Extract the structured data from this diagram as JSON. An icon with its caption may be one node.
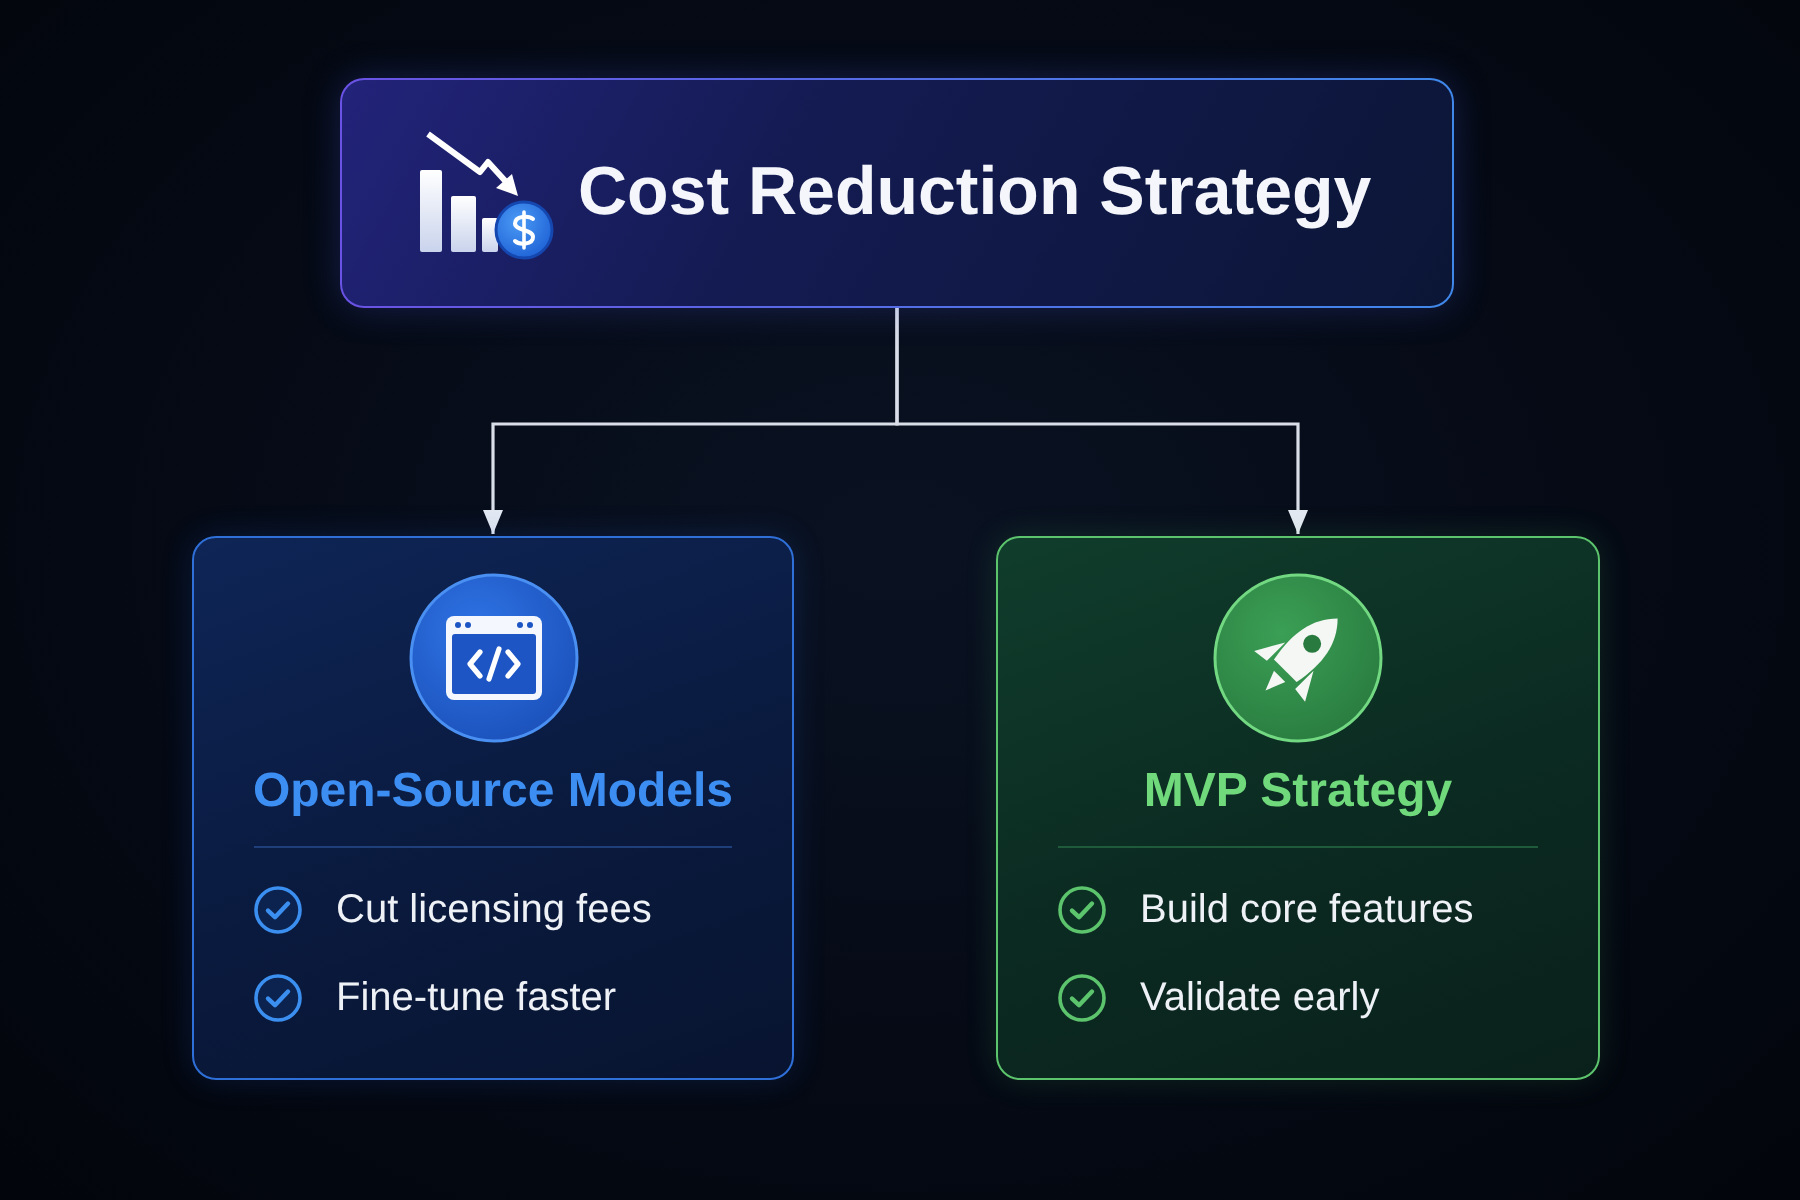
{
  "diagram": {
    "nodes": [
      {
        "text": [
          "Cost Reduction Strategy"
        ]
      },
      {
        "text": [
          "Open-Source Models",
          "Cut licensing fees",
          "Fine-tune faster"
        ]
      },
      {
        "text": [
          "MVP Strategy",
          "Build core features",
          "Validate early"
        ]
      }
    ],
    "edges": [
      {
        "from": 0,
        "to": 1,
        "arrow": "to"
      },
      {
        "from": 0,
        "to": 2,
        "arrow": "to"
      }
    ]
  }
}
